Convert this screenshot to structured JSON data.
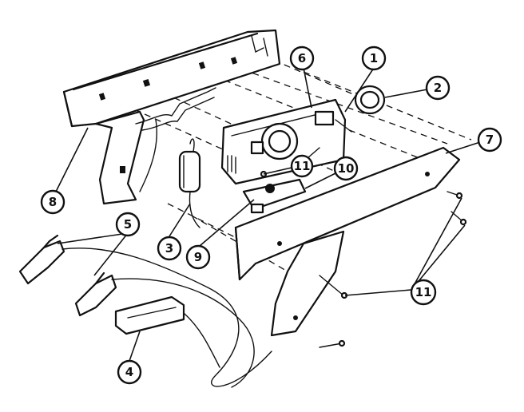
{
  "callouts": [
    {
      "id": "callout-1",
      "label": "1"
    },
    {
      "id": "callout-2",
      "label": "2"
    },
    {
      "id": "callout-3",
      "label": "3"
    },
    {
      "id": "callout-4",
      "label": "4"
    },
    {
      "id": "callout-5",
      "label": "5"
    },
    {
      "id": "callout-6",
      "label": "6"
    },
    {
      "id": "callout-7",
      "label": "7"
    },
    {
      "id": "callout-8",
      "label": "8"
    },
    {
      "id": "callout-9",
      "label": "9"
    },
    {
      "id": "callout-10",
      "label": "10"
    },
    {
      "id": "callout-11-small",
      "label": "11"
    },
    {
      "id": "callout-11",
      "label": "11"
    }
  ],
  "colors": {
    "ink": "#111111",
    "paper": "#ffffff"
  }
}
